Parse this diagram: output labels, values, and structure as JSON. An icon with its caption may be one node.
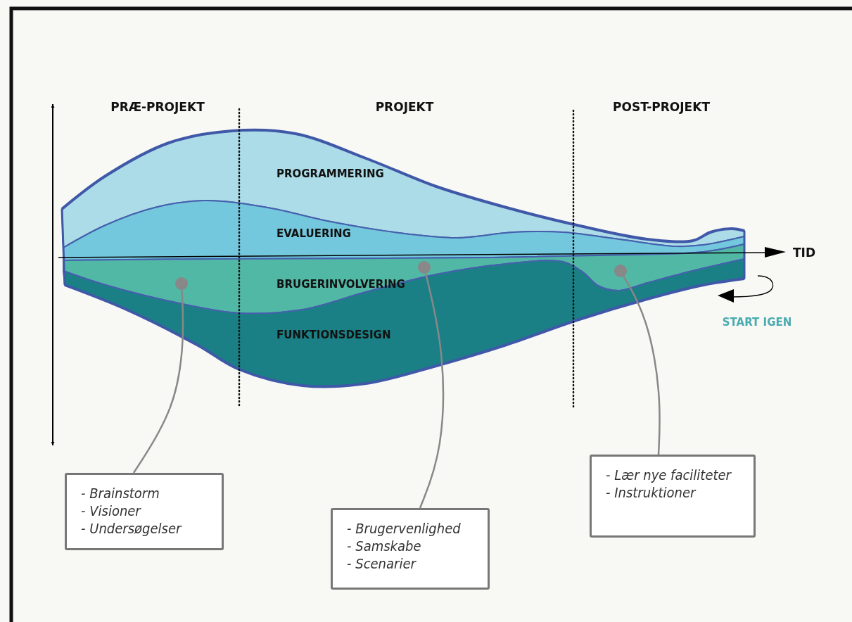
{
  "diagram": {
    "nodes": [
      {
        "text": [],
        "shape": "circle"
      },
      {
        "text": [],
        "shape": "circle"
      },
      {
        "text": [],
        "shape": "circle"
      },
      {
        "text": [
          "- Brainstorm",
          "- Visioner",
          "- Undersøgelser"
        ]
      },
      {
        "text": [
          "- Brugervenlighed",
          "- Samskabe",
          "- Scenarier"
        ]
      },
      {
        "text": [
          "- Lær nye faciliteter",
          "- Instruktioner"
        ]
      }
    ],
    "edges": [
      {
        "from": 3,
        "to": 0,
        "arrow": "none"
      },
      {
        "from": 4,
        "to": 1,
        "arrow": "none"
      },
      {
        "from": 5,
        "to": 2,
        "arrow": "none"
      }
    ],
    "labels": [
      "PRÆ-PROJEKT",
      "PROJEKT",
      "POST-PROJEKT",
      "PROGRAMMERING",
      "EVALUERING",
      "TID",
      "BRUGERINVOLVERING",
      "FUNKTIONSDESIGN",
      "START IGEN"
    ]
  }
}
